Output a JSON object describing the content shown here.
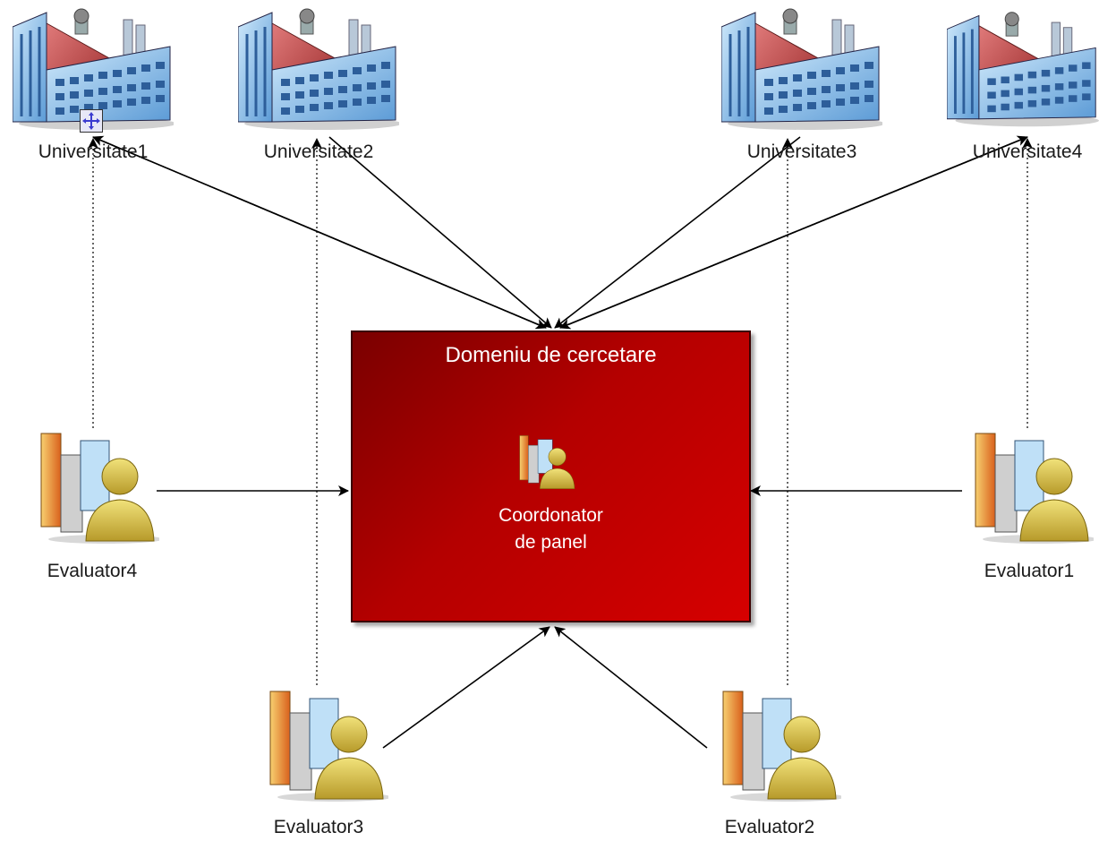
{
  "diagram": {
    "central": {
      "title": "Domeniu de cercetare",
      "label_line1": "Coordonator",
      "label_line2": "de panel",
      "color": "#b40000"
    },
    "universities": [
      {
        "label": "Universitate1",
        "icon": "factory-icon"
      },
      {
        "label": "Universitate2",
        "icon": "factory-icon"
      },
      {
        "label": "Universitate3",
        "icon": "factory-icon"
      },
      {
        "label": "Universitate4",
        "icon": "factory-icon"
      }
    ],
    "evaluators": [
      {
        "label": "Evaluator1",
        "icon": "evaluator-person-icon"
      },
      {
        "label": "Evaluator2",
        "icon": "evaluator-person-icon"
      },
      {
        "label": "Evaluator3",
        "icon": "evaluator-person-icon"
      },
      {
        "label": "Evaluator4",
        "icon": "evaluator-person-icon"
      }
    ],
    "edges": [
      {
        "from": "Universitate1",
        "to": "Domeniu de cercetare",
        "style": "solid"
      },
      {
        "from": "Universitate2",
        "to": "Domeniu de cercetare",
        "style": "solid"
      },
      {
        "from": "Universitate3",
        "to": "Domeniu de cercetare",
        "style": "solid"
      },
      {
        "from": "Universitate4",
        "to": "Domeniu de cercetare",
        "style": "solid"
      },
      {
        "from": "Domeniu de cercetare",
        "to": "Universitate1",
        "style": "solid"
      },
      {
        "from": "Domeniu de cercetare",
        "to": "Universitate4",
        "style": "solid"
      },
      {
        "from": "Evaluator1",
        "to": "Domeniu de cercetare",
        "style": "solid"
      },
      {
        "from": "Evaluator2",
        "to": "Domeniu de cercetare",
        "style": "solid"
      },
      {
        "from": "Evaluator3",
        "to": "Domeniu de cercetare",
        "style": "solid"
      },
      {
        "from": "Evaluator4",
        "to": "Domeniu de cercetare",
        "style": "solid"
      },
      {
        "from": "Evaluator4",
        "to": "Universitate1",
        "style": "dotted"
      },
      {
        "from": "Evaluator3",
        "to": "Universitate2",
        "style": "dotted"
      },
      {
        "from": "Evaluator2",
        "to": "Universitate3",
        "style": "dotted"
      },
      {
        "from": "Evaluator1",
        "to": "Universitate4",
        "style": "dotted"
      }
    ],
    "selection_handle_icon": "move-cross-icon"
  }
}
